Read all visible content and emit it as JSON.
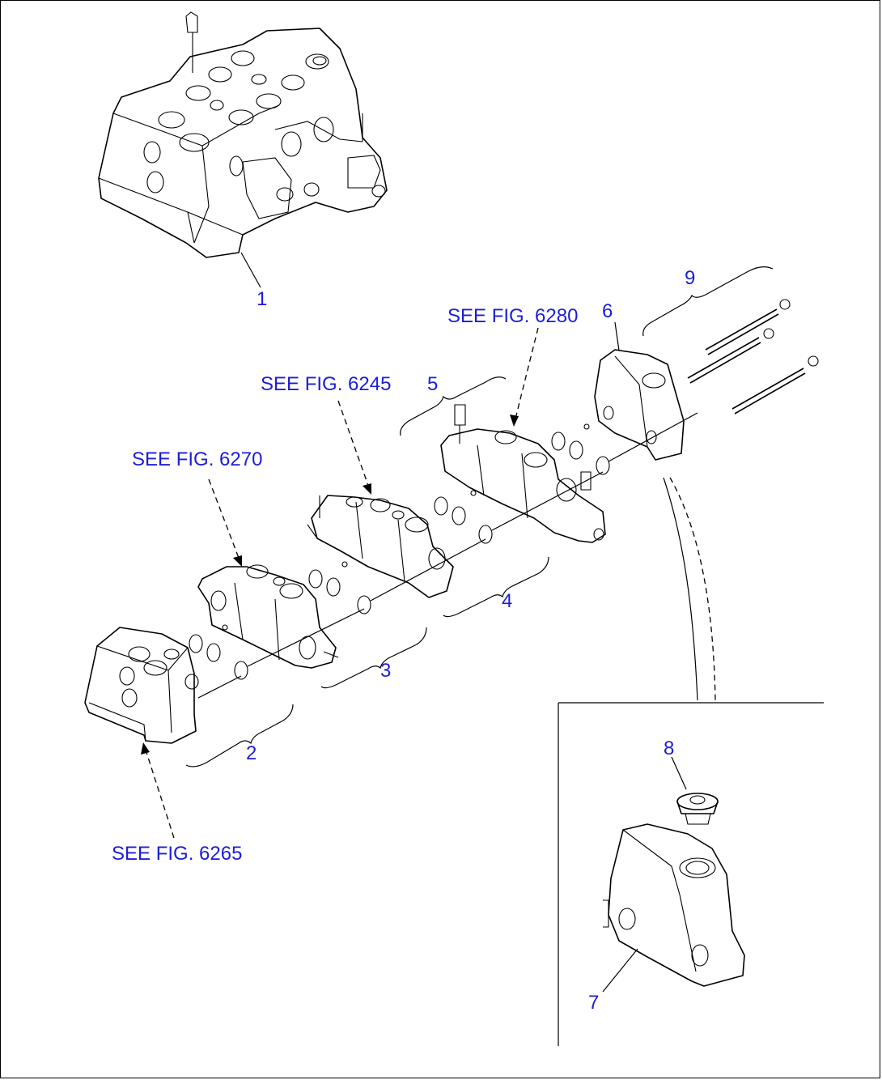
{
  "callouts": {
    "c1": "1",
    "c2": "2",
    "c3": "3",
    "c4": "4",
    "c5": "5",
    "c6": "6",
    "c7": "7",
    "c8": "8",
    "c9": "9"
  },
  "references": {
    "fig6280": "SEE FIG. 6280",
    "fig6245": "SEE FIG. 6245",
    "fig6270": "SEE FIG. 6270",
    "fig6265": "SEE FIG. 6265"
  },
  "colors": {
    "label": "#1d1dd8",
    "line": "#000000",
    "background": "#ffffff"
  }
}
